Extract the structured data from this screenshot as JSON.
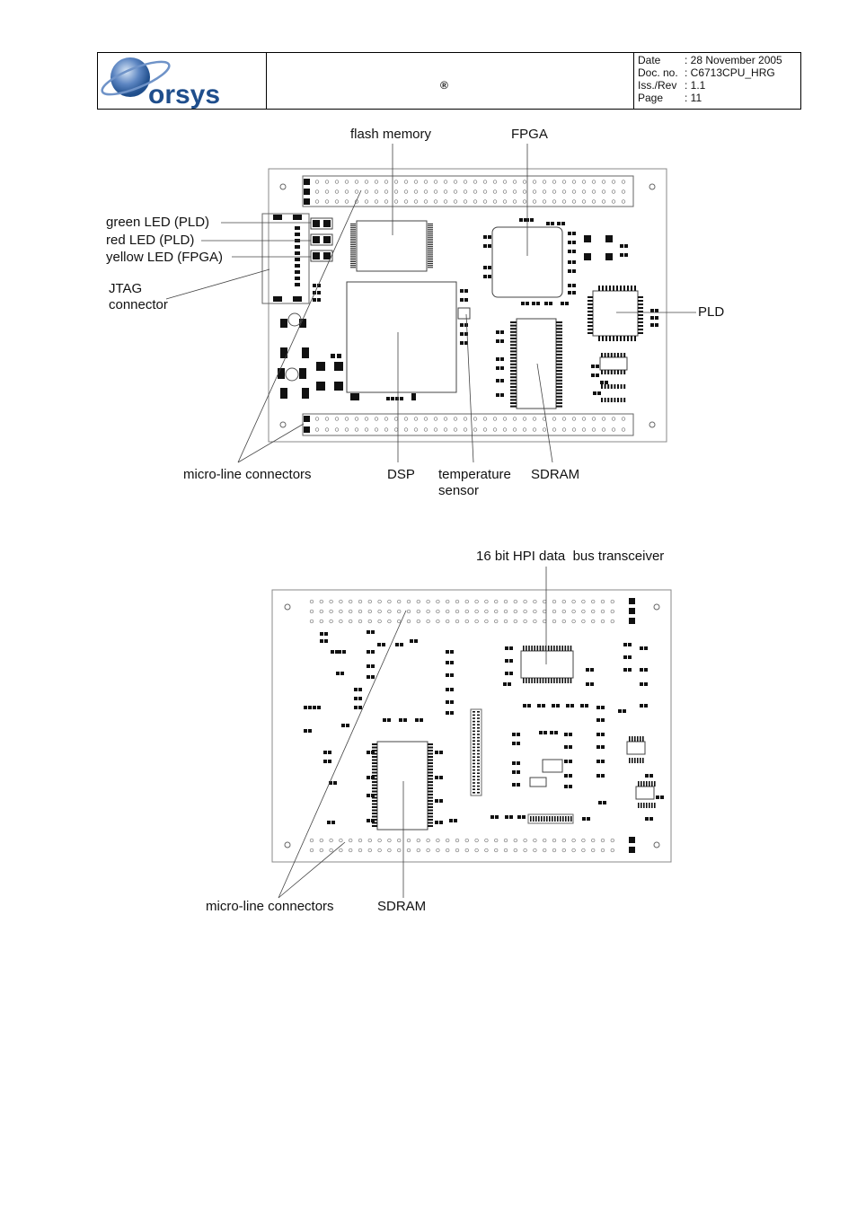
{
  "header": {
    "logo_text": "orsys",
    "registered_mark": "®",
    "meta": [
      {
        "key": "Date",
        "value": ": 28 November 2005"
      },
      {
        "key": "Doc. no.",
        "value": ": C6713CPU_HRG"
      },
      {
        "key": "Iss./Rev",
        "value": ": 1.1"
      },
      {
        "key": "Page",
        "value": ": 11"
      }
    ]
  },
  "top_figure": {
    "labels": {
      "flash_memory": "flash memory",
      "fpga": "FPGA",
      "green_led": "green LED (PLD)",
      "red_led": "red LED (PLD)",
      "yellow_led": "yellow LED (FPGA)",
      "jtag_line1": "JTAG",
      "jtag_line2": "connector",
      "pld": "PLD",
      "micro_line": "micro-line connectors",
      "dsp": "DSP",
      "temp_line1": "temperature",
      "temp_line2": "sensor",
      "sdram": "SDRAM"
    }
  },
  "bottom_figure": {
    "labels": {
      "hpi": "16 bit HPI data  bus transceiver",
      "micro_line": "micro-line connectors",
      "sdram": "SDRAM"
    }
  },
  "colors": {
    "logo_blue": "#1f4e8c",
    "ink": "#111111"
  }
}
